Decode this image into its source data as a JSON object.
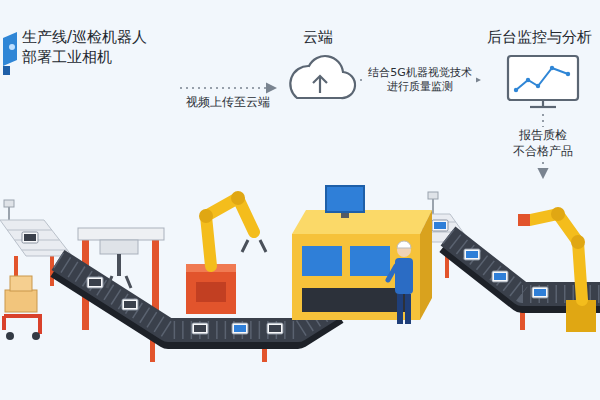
{
  "diagram": {
    "nodes": [
      {
        "text": [
          "生产线/巡检机器人 部署工业相机"
        ]
      },
      {
        "text": [
          "云端"
        ]
      },
      {
        "text": [
          "后台监控与分析"
        ]
      }
    ],
    "edges": [
      {
        "from": 0,
        "to": 1,
        "arrow": "to",
        "label": "视频上传至云端"
      },
      {
        "from": 1,
        "to": 2,
        "arrow": "to",
        "label": "结合5G机器视觉技术 进行质量监测"
      }
    ],
    "labels": [
      "报告质检 不合格产品"
    ]
  }
}
